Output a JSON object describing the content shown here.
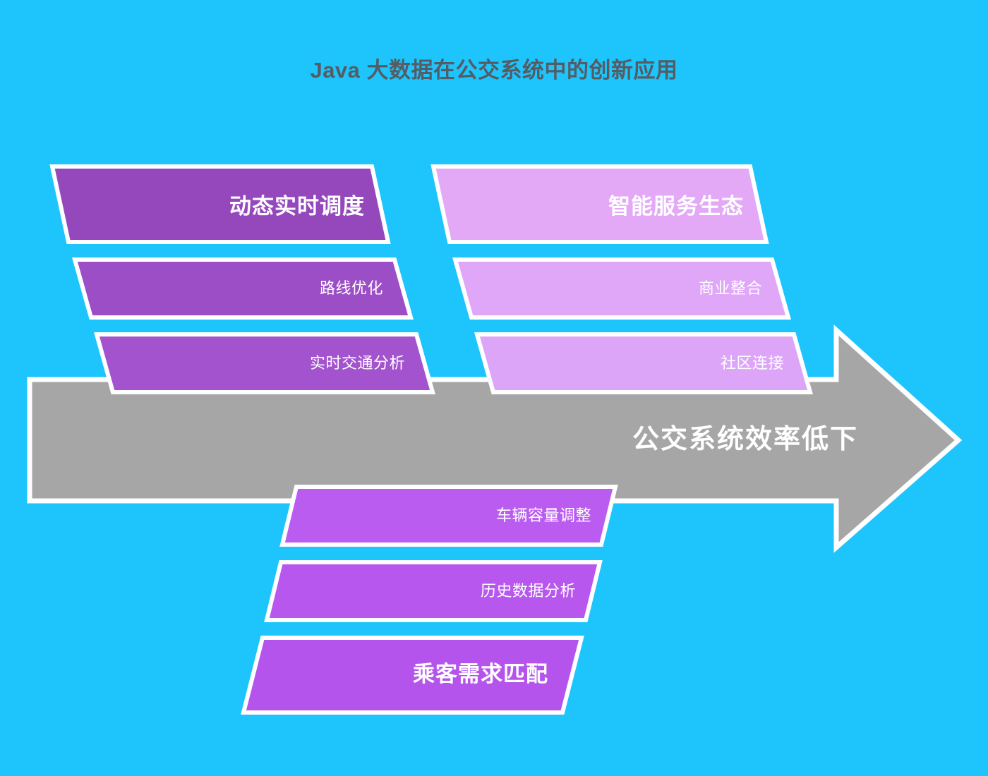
{
  "page": {
    "title": "Java 大数据在公交系统中的创新应用",
    "background_color": "#1ec5fc",
    "title_color": "#555c63"
  },
  "diagram": {
    "type": "arrow-fishbone",
    "arrow": {
      "label": "公交系统效率低下",
      "fill_color": "#a6a6a6",
      "stroke_color": "#ffffff",
      "direction": "right"
    },
    "branches": [
      {
        "group": "top-left",
        "side": "top",
        "skew": "right-leaning",
        "bands": [
          {
            "label": "动态实时调度",
            "emphasis": "head",
            "fill_color": "#9448bc"
          },
          {
            "label": "路线优化",
            "emphasis": "sub",
            "fill_color": "#9b4ec5"
          },
          {
            "label": "实时交通分析",
            "emphasis": "sub",
            "fill_color": "#a253cd"
          }
        ]
      },
      {
        "group": "top-right",
        "side": "top",
        "skew": "right-leaning",
        "bands": [
          {
            "label": "智能服务生态",
            "emphasis": "head",
            "fill_color": "#e3a9f7"
          },
          {
            "label": "商业整合",
            "emphasis": "sub",
            "fill_color": "#e0a6f8"
          },
          {
            "label": "社区连接",
            "emphasis": "sub",
            "fill_color": "#dda5f8"
          }
        ]
      },
      {
        "group": "bottom-center",
        "side": "bottom",
        "skew": "left-leaning",
        "bands": [
          {
            "label": "车辆容量调整",
            "emphasis": "sub",
            "fill_color": "#bb5cf0"
          },
          {
            "label": "历史数据分析",
            "emphasis": "sub",
            "fill_color": "#b857ee"
          },
          {
            "label": "乘客需求匹配",
            "emphasis": "head",
            "fill_color": "#b554ec"
          }
        ]
      }
    ]
  }
}
